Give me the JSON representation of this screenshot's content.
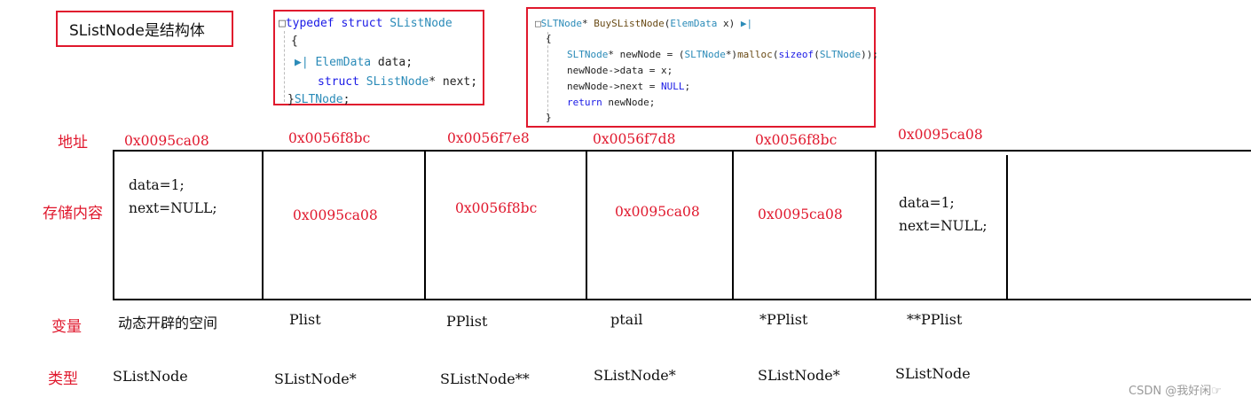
{
  "title_box": "SListNode是结构体",
  "struct_code": {
    "lines": [
      {
        "parts": [
          {
            "t": "□",
            "c": "gutter"
          },
          {
            "t": "typedef ",
            "c": "kw"
          },
          {
            "t": "struct ",
            "c": "kw"
          },
          {
            "t": "SListNode",
            "c": "ty"
          }
        ]
      },
      {
        "parts": [
          {
            "t": "{",
            "c": "plain"
          }
        ]
      },
      {
        "parts": [
          {
            "t": "▶| ",
            "c": "ty"
          },
          {
            "t": "ElemData",
            "c": "ty"
          },
          {
            "t": " data;",
            "c": "plain"
          }
        ]
      },
      {
        "parts": [
          {
            "t": "struct ",
            "c": "kw"
          },
          {
            "t": "SListNode",
            "c": "ty"
          },
          {
            "t": "* next;",
            "c": "plain"
          }
        ]
      },
      {
        "parts": [
          {
            "t": "}",
            "c": "plain"
          },
          {
            "t": "SLTNode",
            "c": "ty"
          },
          {
            "t": ";",
            "c": "plain"
          }
        ]
      }
    ]
  },
  "func_code": {
    "lines": [
      {
        "parts": [
          {
            "t": "□",
            "c": "gutter"
          },
          {
            "t": "SLTNode",
            "c": "ty"
          },
          {
            "t": "* ",
            "c": "plain"
          },
          {
            "t": "BuySListNode",
            "c": "fn"
          },
          {
            "t": "(",
            "c": "plain"
          },
          {
            "t": "ElemData",
            "c": "ty"
          },
          {
            "t": " x) ",
            "c": "plain"
          },
          {
            "t": "▶|",
            "c": "ty"
          }
        ]
      },
      {
        "parts": [
          {
            "t": "{",
            "c": "plain"
          }
        ]
      },
      {
        "parts": [
          {
            "t": "SLTNode",
            "c": "ty"
          },
          {
            "t": "* newNode = (",
            "c": "plain"
          },
          {
            "t": "SLTNode",
            "c": "ty"
          },
          {
            "t": "*)",
            "c": "plain"
          },
          {
            "t": "malloc",
            "c": "fn"
          },
          {
            "t": "(",
            "c": "plain"
          },
          {
            "t": "sizeof",
            "c": "kw"
          },
          {
            "t": "(",
            "c": "plain"
          },
          {
            "t": "SLTNode",
            "c": "ty"
          },
          {
            "t": "));",
            "c": "plain"
          }
        ]
      },
      {
        "parts": [
          {
            "t": "newNode->data = x;",
            "c": "plain"
          }
        ]
      },
      {
        "parts": [
          {
            "t": "newNode->next = ",
            "c": "plain"
          },
          {
            "t": "NULL",
            "c": "kw"
          },
          {
            "t": ";",
            "c": "plain"
          }
        ]
      },
      {
        "parts": [
          {
            "t": "return ",
            "c": "kw"
          },
          {
            "t": "newNode;",
            "c": "plain"
          }
        ]
      },
      {
        "parts": [
          {
            "t": "}",
            "c": "plain"
          }
        ]
      }
    ]
  },
  "row_labels": {
    "address": "地址",
    "content": "存储内容",
    "variable": "变量",
    "type": "类型"
  },
  "columns": [
    {
      "address": "0x0095ca08",
      "content": [
        "data=1;",
        "next=NULL;"
      ],
      "variable": "动态开辟的空间",
      "type": "SListNode"
    },
    {
      "address": "0x0056f8bc",
      "content": [
        "0x0095ca08"
      ],
      "variable": "Plist",
      "type": "SListNode*"
    },
    {
      "address": "0x0056f7e8",
      "content": [
        "0x0056f8bc"
      ],
      "variable": "PPlist",
      "type": "SListNode**"
    },
    {
      "address": "0x0056f7d8",
      "content": [
        "0x0095ca08"
      ],
      "variable": "ptail",
      "type": "SListNode*"
    },
    {
      "address": "0x0056f8bc",
      "content": [
        "0x0095ca08"
      ],
      "variable": "*PPlist",
      "type": "SListNode*"
    },
    {
      "address": "0x0095ca08",
      "content": [
        "data=1;",
        "next=NULL;"
      ],
      "variable": "**PPlist",
      "type": "SListNode"
    }
  ],
  "watermark": "CSDN @我好闲☞",
  "colors": {
    "accent_red": "#e0182d",
    "keyword_blue": "#1a1ae6",
    "type_teal": "#2b8bb8"
  }
}
